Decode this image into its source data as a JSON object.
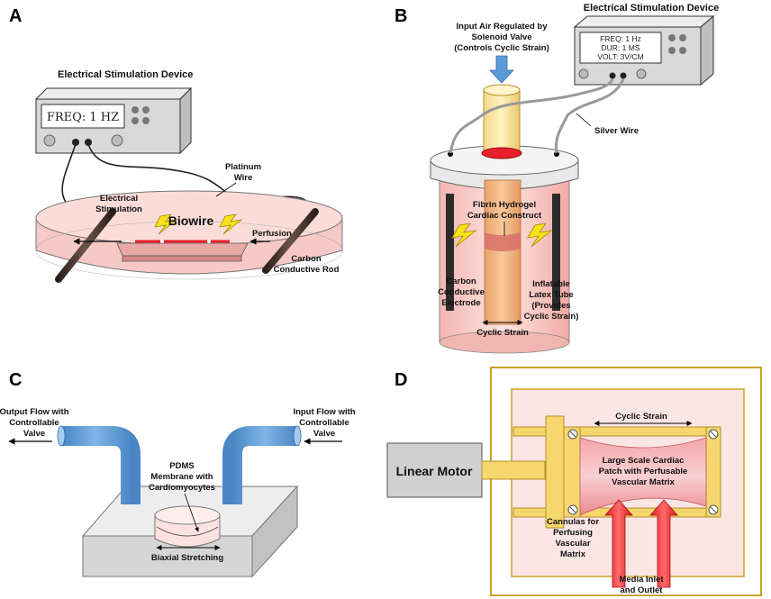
{
  "panels": {
    "A": {
      "letter": "A",
      "device_title": "Electrical Stimulation Device",
      "device_display": "FREQ: 1 HZ",
      "platinum_wire": [
        "Platinum",
        "Wire"
      ],
      "electrical_stimulation": [
        "Electrical",
        "Stimulation"
      ],
      "biowire": "Biowire",
      "perfusion": "Perfusion",
      "carbon_rod": [
        "Carbon",
        "Conductive Rod"
      ]
    },
    "B": {
      "letter": "B",
      "input_air": [
        "Input Air Regulated by",
        "Solenoid Valve",
        "(Controls Cyclic Strain)"
      ],
      "device_title": "Electrical Stimulation Device",
      "device_display": [
        "FREQ: 1 Hz",
        "DUR: 1 MS",
        "VOLT: 3V/CM"
      ],
      "silver_wire": "Silver Wire",
      "fibrin": [
        "Fibrin Hydrogel",
        "Cardiac Construct"
      ],
      "carbon_electrode": [
        "Carbon",
        "Conductive",
        "Electrode"
      ],
      "latex_tube": [
        "Inflatable",
        "Latex Tube",
        "(Provides",
        "Cyclic Strain)"
      ],
      "cyclic_strain": "Cyclic Strain"
    },
    "C": {
      "letter": "C",
      "output_flow": [
        "Output Flow with",
        "Controllable",
        "Valve"
      ],
      "input_flow": [
        "Input Flow with",
        "Controllable",
        "Valve"
      ],
      "pdms": [
        "PDMS",
        "Membrane with",
        "Cardiomyocytes"
      ],
      "biaxial": "Biaxial Stretching"
    },
    "D": {
      "letter": "D",
      "linear_motor": "Linear Motor",
      "cyclic_strain": "Cyclic Strain",
      "patch": [
        "Large Scale Cardiac",
        "Patch with Perfusable",
        "Vascular Matrix"
      ],
      "cannulas": [
        "Cannulas for",
        "Perfusing",
        "Vascular",
        "Matrix"
      ],
      "media": [
        "Media Inlet",
        "and Outlet"
      ]
    }
  },
  "colors": {
    "pink_bath": "#f6c9c6",
    "pink_light": "#fce6e4",
    "blue_tube": "#5b9bd5",
    "yellow": "#f5d76e",
    "red": "#e8202a",
    "gray_device": "#d9d9d9",
    "carbon": "#4a3a33",
    "gold_border": "#c9a227"
  }
}
